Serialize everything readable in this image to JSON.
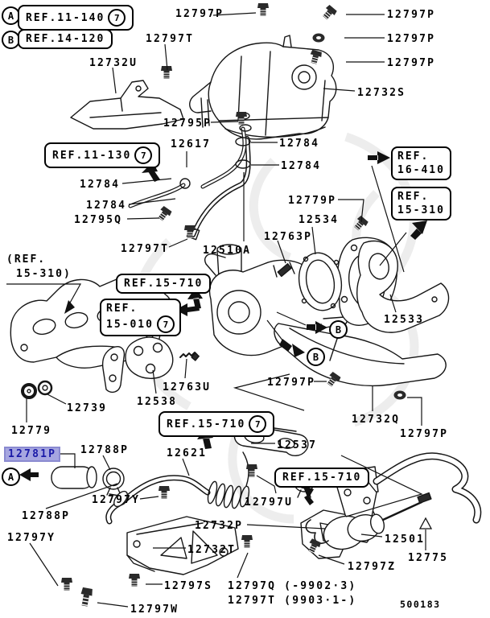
{
  "diagram": {
    "drawing_number": "500183",
    "ink_color": "#111111",
    "highlight_bg": "#a6a6e0",
    "highlight_text": "#1a1aa8"
  },
  "parts": [
    {
      "num": "12797P"
    },
    {
      "num": "12797T"
    },
    {
      "num": "12732U"
    },
    {
      "num": "12797P"
    },
    {
      "num": "12797P"
    },
    {
      "num": "12797P"
    },
    {
      "num": "12732S"
    },
    {
      "num": "12795P"
    },
    {
      "num": "12617"
    },
    {
      "num": "12784"
    },
    {
      "num": "12784"
    },
    {
      "num": "12795Q"
    },
    {
      "num": "12797T"
    },
    {
      "num": "12510A"
    },
    {
      "num": "12784"
    },
    {
      "num": "12784"
    },
    {
      "num": "12779P"
    },
    {
      "num": "12534"
    },
    {
      "num": "12763P"
    },
    {
      "num": "12533"
    },
    {
      "num": "12763U"
    },
    {
      "num": "12538"
    },
    {
      "num": "12797P"
    },
    {
      "num": "12732Q"
    },
    {
      "num": "12797P"
    },
    {
      "num": "12779"
    },
    {
      "num": "12739"
    },
    {
      "num": "12788P"
    },
    {
      "num": "12781P",
      "highlighted": true
    },
    {
      "num": "12788P"
    },
    {
      "num": "12797Y"
    },
    {
      "num": "12621"
    },
    {
      "num": "12537"
    },
    {
      "num": "12797U"
    },
    {
      "num": "12732P"
    },
    {
      "num": "12732T"
    },
    {
      "num": "12797Y"
    },
    {
      "num": "12797S"
    },
    {
      "num": "12797W"
    },
    {
      "num": "12501"
    },
    {
      "num": "12775"
    },
    {
      "num": "12797Z"
    },
    {
      "num": "12797Q (-9902·3)"
    },
    {
      "num": "12797T (9903·1-)"
    }
  ],
  "refs": [
    {
      "text": "REF.11-140",
      "circled": "7"
    },
    {
      "text": "REF.14-120"
    },
    {
      "text": "REF.11-130",
      "circled": "7"
    },
    {
      "line1": "REF.",
      "line2": "16-410"
    },
    {
      "line1": "REF.",
      "line2": "15-310"
    },
    {
      "line1": "(REF.",
      "line2": "15-310)"
    },
    {
      "text": "REF.15-710"
    },
    {
      "line1": "REF.",
      "line2": "15-010",
      "circled": "7"
    },
    {
      "text": "REF.15-710",
      "circled": "7"
    },
    {
      "text": "REF.15-710"
    }
  ],
  "callouts": [
    {
      "letter": "A"
    },
    {
      "letter": "B"
    },
    {
      "letter": "B"
    },
    {
      "letter": "B"
    },
    {
      "letter": "A"
    }
  ]
}
